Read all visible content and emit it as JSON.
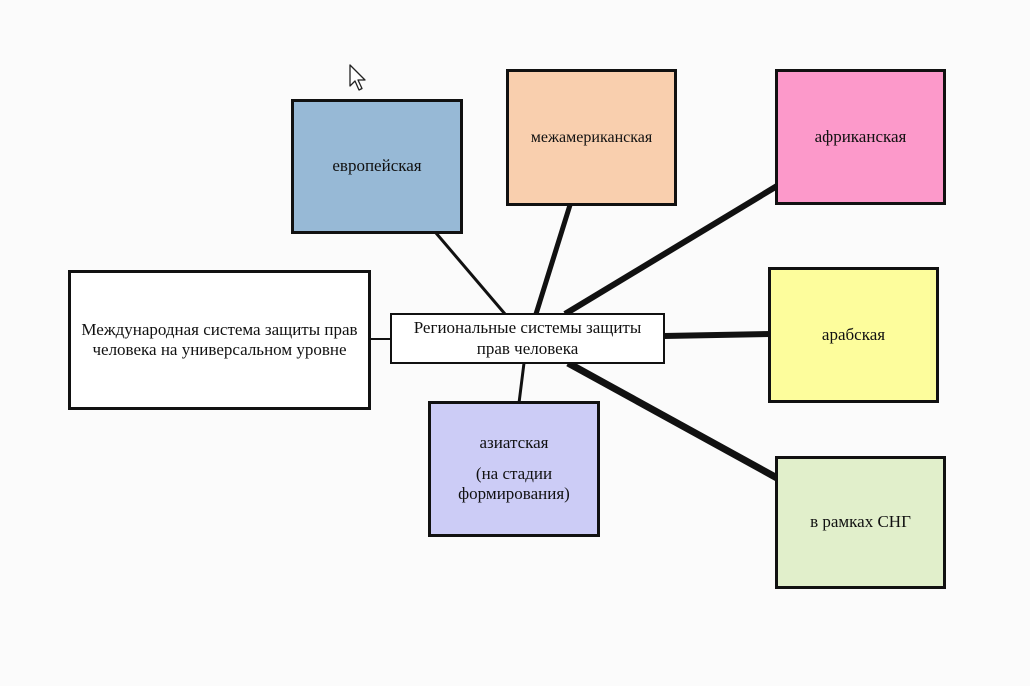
{
  "diagram": {
    "center": {
      "text": "Региональные системы защиты прав человека"
    },
    "universal": {
      "text": "Международная система защиты прав человека на универсальном уровне"
    },
    "regions": [
      {
        "key": "european",
        "lines": [
          "европейская"
        ],
        "color": "#97b9d6"
      },
      {
        "key": "interamerican",
        "lines": [
          "межамериканская"
        ],
        "color": "#f9cfae"
      },
      {
        "key": "african",
        "lines": [
          "африканская"
        ],
        "color": "#fc99ca"
      },
      {
        "key": "arab",
        "lines": [
          "арабская"
        ],
        "color": "#fdfd9c"
      },
      {
        "key": "cis",
        "lines": [
          "в рамках СНГ"
        ],
        "color": "#e1efcb"
      },
      {
        "key": "asian",
        "lines": [
          "азиатская",
          "(на стадии формирования)"
        ],
        "color": "#ccccf6"
      }
    ]
  }
}
